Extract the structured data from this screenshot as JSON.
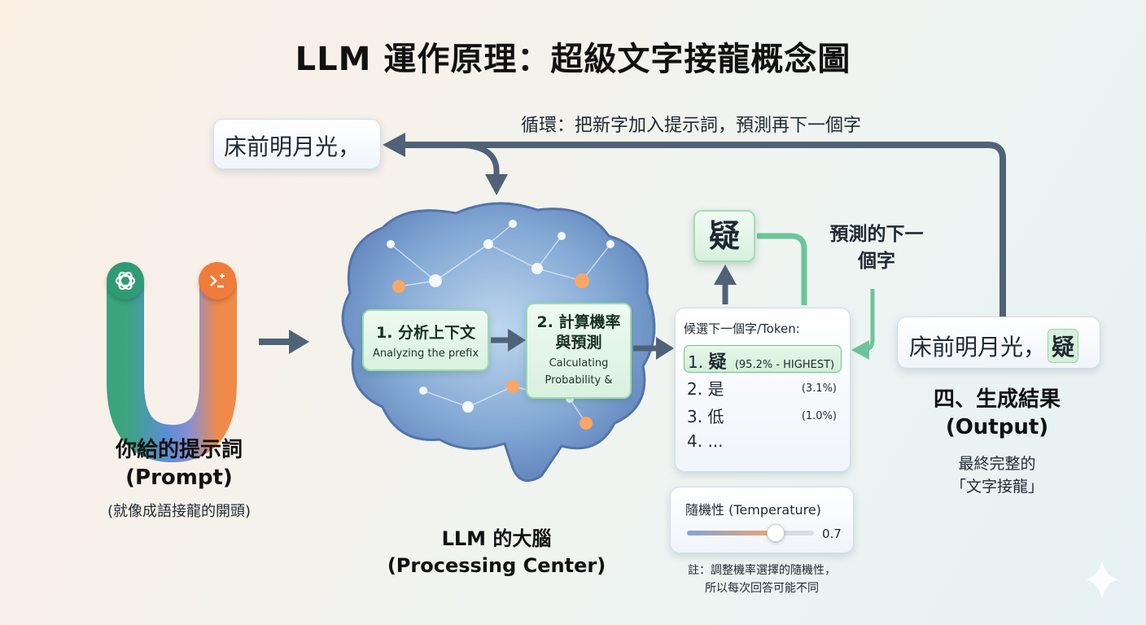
{
  "title": "LLM 運作原理：超級文字接龍概念圖",
  "loop_label": "循環：把新字加入提示詞，預測再下一個字",
  "prompt_card": "床前明月光，",
  "prompt_section": {
    "title_line1": "你給的提示詞",
    "title_line2": "(Prompt)",
    "subtitle": "(就像成語接龍的開頭)"
  },
  "brain_section": {
    "title_line1": "LLM 的大腦",
    "title_line2": "(Processing Center)"
  },
  "steps": [
    {
      "heading": "1. 分析上下文",
      "sub": "Analyzing the prefix"
    },
    {
      "heading_line1": "2. 計算機率",
      "heading_line2": "與預測",
      "sub_line1": "Calculating",
      "sub_line2": "Probability &"
    }
  ],
  "predicted_token": "疑",
  "predicted_label_line1": "預測的下一",
  "predicted_label_line2": "個字",
  "candidates": {
    "title": "候選下一個字/Token:",
    "items": [
      {
        "rank": "1.",
        "token": "疑",
        "prob": "(95.2% - HIGHEST)",
        "prob_value": 95.2
      },
      {
        "rank": "2.",
        "token": "是",
        "prob": "(3.1%)",
        "prob_value": 3.1
      },
      {
        "rank": "3.",
        "token": "低",
        "prob": "(1.0%)",
        "prob_value": 1.0
      },
      {
        "rank": "4.",
        "token": "...",
        "prob": ""
      }
    ]
  },
  "temperature": {
    "title": "隨機性 (Temperature)",
    "value": 0.7,
    "value_label": "0.7"
  },
  "note_line1": "註：調整機率選擇的隨機性，",
  "note_line2": "所以每次回答可能不同",
  "output_card": {
    "text": "床前明月光，",
    "token": "疑"
  },
  "output_section": {
    "title_line1": "四、生成結果",
    "title_line2": "(Output)",
    "sub_line1": "最終完整的",
    "sub_line2": "「文字接龍」"
  },
  "icons": {
    "left_badge": "openai-logo-icon",
    "right_badge": "terminal-prompt-icon"
  },
  "colors": {
    "arrow": "#4f6277",
    "green_arrow": "#6cc59a",
    "accent_green": "#2f9b74",
    "accent_orange": "#f07b3a"
  }
}
